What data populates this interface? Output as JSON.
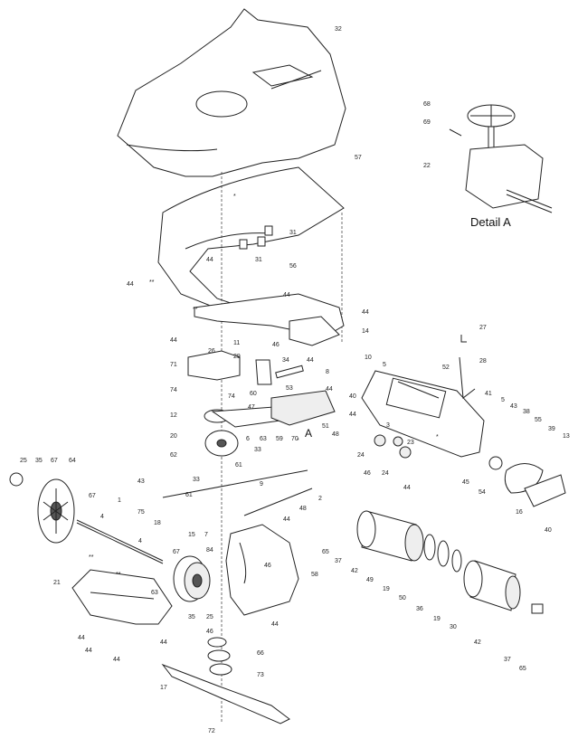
{
  "detail_label": "Detail A",
  "callout_A": "A",
  "labels": [
    {
      "id": "n32",
      "t": "32"
    },
    {
      "id": "n57",
      "t": "57"
    },
    {
      "id": "n31a",
      "t": "31"
    },
    {
      "id": "n31b",
      "t": "31"
    },
    {
      "id": "n44a",
      "t": "44"
    },
    {
      "id": "n44b",
      "t": "44"
    },
    {
      "id": "n56",
      "t": "56"
    },
    {
      "id": "n44c",
      "t": "44"
    },
    {
      "id": "star1",
      "t": "*"
    },
    {
      "id": "dstar1",
      "t": "**"
    },
    {
      "id": "dstar2",
      "t": "**"
    },
    {
      "id": "n44d",
      "t": "44"
    },
    {
      "id": "n14",
      "t": "14"
    },
    {
      "id": "n44e",
      "t": "44"
    },
    {
      "id": "n11",
      "t": "11"
    },
    {
      "id": "n46a",
      "t": "46"
    },
    {
      "id": "n71",
      "t": "71"
    },
    {
      "id": "n26",
      "t": "26"
    },
    {
      "id": "n29",
      "t": "29"
    },
    {
      "id": "n34",
      "t": "34"
    },
    {
      "id": "n44f",
      "t": "44"
    },
    {
      "id": "n8",
      "t": "8"
    },
    {
      "id": "n10",
      "t": "10"
    },
    {
      "id": "n5a",
      "t": "5"
    },
    {
      "id": "n74a",
      "t": "74"
    },
    {
      "id": "n74b",
      "t": "74"
    },
    {
      "id": "n60",
      "t": "60"
    },
    {
      "id": "n47",
      "t": "47"
    },
    {
      "id": "n53",
      "t": "53"
    },
    {
      "id": "n44g",
      "t": "44"
    },
    {
      "id": "n40",
      "t": "40"
    },
    {
      "id": "n44h",
      "t": "44"
    },
    {
      "id": "n12",
      "t": "12"
    },
    {
      "id": "n20",
      "t": "20"
    },
    {
      "id": "n6",
      "t": "6"
    },
    {
      "id": "n63a",
      "t": "63"
    },
    {
      "id": "n59",
      "t": "59"
    },
    {
      "id": "n70",
      "t": "70"
    },
    {
      "id": "n51",
      "t": "51"
    },
    {
      "id": "n48",
      "t": "48"
    },
    {
      "id": "n62",
      "t": "62"
    },
    {
      "id": "n33a",
      "t": "33"
    },
    {
      "id": "n61a",
      "t": "61"
    },
    {
      "id": "star2",
      "t": "*"
    },
    {
      "id": "n33b",
      "t": "33"
    },
    {
      "id": "n9",
      "t": "9"
    },
    {
      "id": "n61b",
      "t": "61"
    },
    {
      "id": "n2",
      "t": "2"
    },
    {
      "id": "n44i",
      "t": "44"
    },
    {
      "id": "n48b",
      "t": "48"
    },
    {
      "id": "n3",
      "t": "3"
    },
    {
      "id": "n23",
      "t": "23"
    },
    {
      "id": "n24a",
      "t": "24"
    },
    {
      "id": "n46b",
      "t": "46"
    },
    {
      "id": "n24b",
      "t": "24"
    },
    {
      "id": "n44j",
      "t": "44"
    },
    {
      "id": "n27",
      "t": "27"
    },
    {
      "id": "n52",
      "t": "52"
    },
    {
      "id": "n28",
      "t": "28"
    },
    {
      "id": "n41",
      "t": "41"
    },
    {
      "id": "n5b",
      "t": "5"
    },
    {
      "id": "n43a",
      "t": "43"
    },
    {
      "id": "n38",
      "t": "38"
    },
    {
      "id": "n55",
      "t": "55"
    },
    {
      "id": "n39",
      "t": "39"
    },
    {
      "id": "n13",
      "t": "13"
    },
    {
      "id": "n45",
      "t": "45"
    },
    {
      "id": "n54",
      "t": "54"
    },
    {
      "id": "n16",
      "t": "16"
    },
    {
      "id": "n40b",
      "t": "40"
    },
    {
      "id": "star3",
      "t": "*"
    },
    {
      "id": "n68",
      "t": "68"
    },
    {
      "id": "n69",
      "t": "69"
    },
    {
      "id": "n22",
      "t": "22"
    },
    {
      "id": "n25a",
      "t": "25"
    },
    {
      "id": "n35a",
      "t": "35"
    },
    {
      "id": "n67a",
      "t": "67"
    },
    {
      "id": "n64",
      "t": "64"
    },
    {
      "id": "n43b",
      "t": "43"
    },
    {
      "id": "n1",
      "t": "1"
    },
    {
      "id": "n67b",
      "t": "67"
    },
    {
      "id": "n75",
      "t": "75"
    },
    {
      "id": "n18",
      "t": "18"
    },
    {
      "id": "n4a",
      "t": "4"
    },
    {
      "id": "n15",
      "t": "15"
    },
    {
      "id": "n7",
      "t": "7"
    },
    {
      "id": "n4b",
      "t": "4"
    },
    {
      "id": "n67c",
      "t": "67"
    },
    {
      "id": "n84",
      "t": "84"
    },
    {
      "id": "n46c",
      "t": "46"
    },
    {
      "id": "n65a",
      "t": "65"
    },
    {
      "id": "n58",
      "t": "58"
    },
    {
      "id": "n37a",
      "t": "37"
    },
    {
      "id": "n42a",
      "t": "42"
    },
    {
      "id": "n49",
      "t": "49"
    },
    {
      "id": "n19a",
      "t": "19"
    },
    {
      "id": "n50",
      "t": "50"
    },
    {
      "id": "n36",
      "t": "36"
    },
    {
      "id": "n19b",
      "t": "19"
    },
    {
      "id": "n30",
      "t": "30"
    },
    {
      "id": "n42b",
      "t": "42"
    },
    {
      "id": "n37b",
      "t": "37"
    },
    {
      "id": "n65b",
      "t": "65"
    },
    {
      "id": "n21",
      "t": "21"
    },
    {
      "id": "dstar3",
      "t": "**"
    },
    {
      "id": "dstar4",
      "t": "**"
    },
    {
      "id": "n63b",
      "t": "63"
    },
    {
      "id": "n35b",
      "t": "35"
    },
    {
      "id": "n25b",
      "t": "25"
    },
    {
      "id": "n44k",
      "t": "44"
    },
    {
      "id": "n44l",
      "t": "44"
    },
    {
      "id": "n44m",
      "t": "44"
    },
    {
      "id": "n44n",
      "t": "44"
    },
    {
      "id": "n44o",
      "t": "44"
    },
    {
      "id": "n46d",
      "t": "46"
    },
    {
      "id": "n66",
      "t": "66"
    },
    {
      "id": "n73",
      "t": "73"
    },
    {
      "id": "n17",
      "t": "17"
    },
    {
      "id": "n72",
      "t": "72"
    }
  ]
}
